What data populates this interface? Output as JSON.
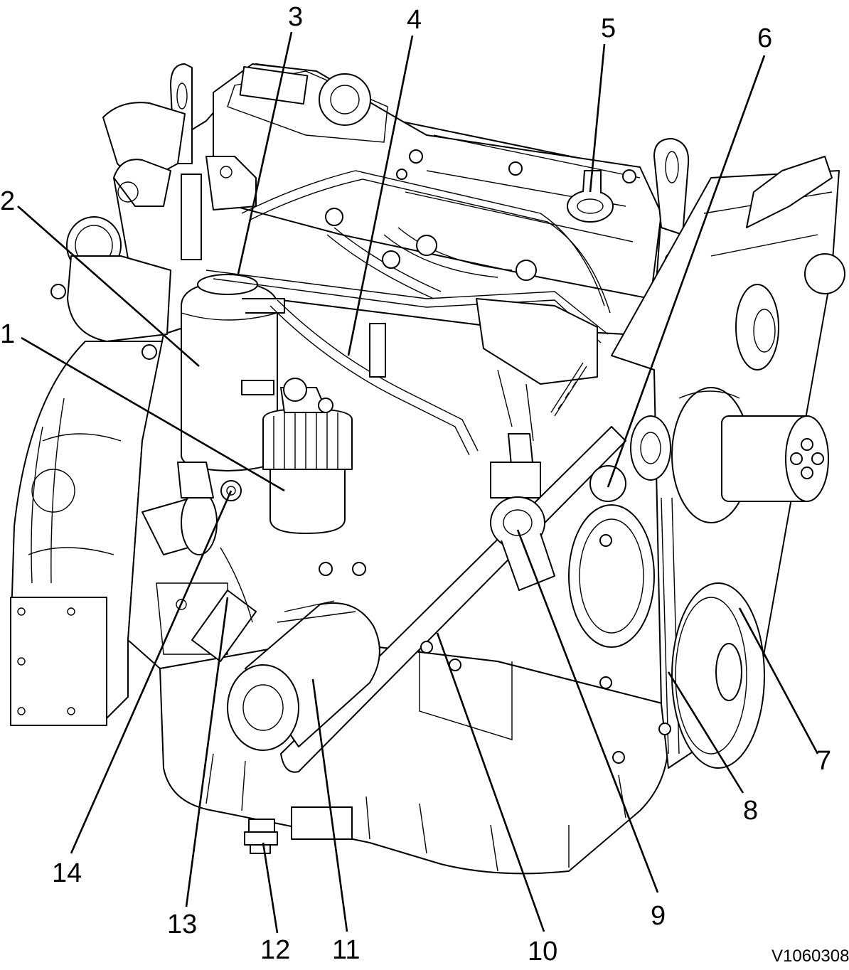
{
  "callouts": [
    {
      "id": "1",
      "text": "1"
    },
    {
      "id": "2",
      "text": "2"
    },
    {
      "id": "3",
      "text": "3"
    },
    {
      "id": "4",
      "text": "4"
    },
    {
      "id": "5",
      "text": "5"
    },
    {
      "id": "6",
      "text": "6"
    },
    {
      "id": "7",
      "text": "7"
    },
    {
      "id": "8",
      "text": "8"
    },
    {
      "id": "9",
      "text": "9"
    },
    {
      "id": "10",
      "text": "10"
    },
    {
      "id": "11",
      "text": "11"
    },
    {
      "id": "12",
      "text": "12"
    },
    {
      "id": "13",
      "text": "13"
    },
    {
      "id": "14",
      "text": "14"
    }
  ],
  "reference_code": "V1060308",
  "colors": {
    "line": "#000000",
    "background": "#ffffff"
  }
}
